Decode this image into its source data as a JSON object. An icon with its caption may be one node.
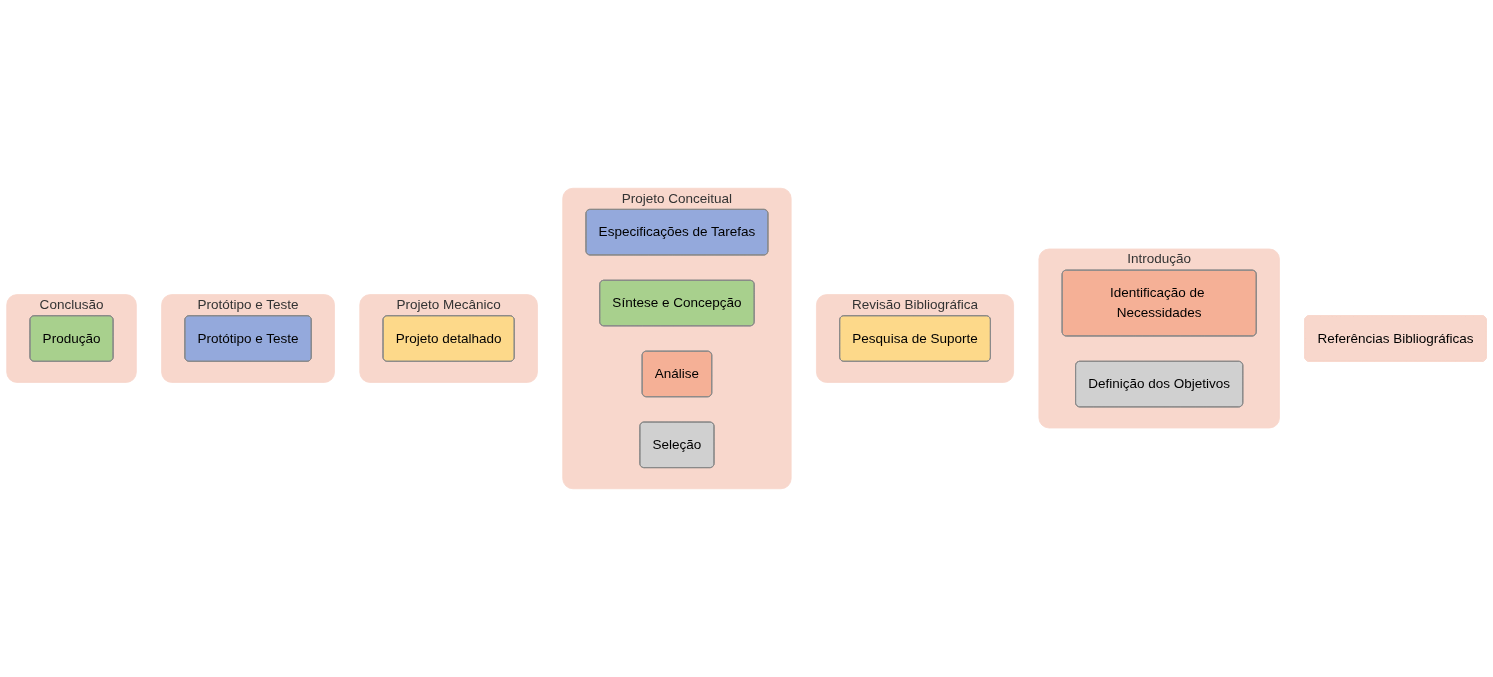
{
  "diagram": {
    "nodes": [
      {
        "text": [
          "Introdução"
        ]
      },
      {
        "text": [
          "Identificação de Necessidades"
        ],
        "in": 0
      },
      {
        "text": [
          "Definição dos Objetivos"
        ],
        "in": 0
      },
      {
        "text": [
          "Revisão Bibliográfica"
        ]
      },
      {
        "text": [
          "Pesquisa de Suporte"
        ],
        "in": 3
      },
      {
        "text": [
          "Projeto Conceitual"
        ]
      },
      {
        "text": [
          "Especificações de Tarefas"
        ],
        "in": 5
      },
      {
        "text": [
          "Síntese e Concepção"
        ],
        "in": 5
      },
      {
        "text": [
          "Análise"
        ],
        "in": 5
      },
      {
        "text": [
          "Seleção"
        ],
        "in": 5
      },
      {
        "text": [
          "Projeto Mecânico"
        ]
      },
      {
        "text": [
          "Projeto detalhado"
        ],
        "in": 10
      },
      {
        "text": [
          "Protótipo e Teste"
        ]
      },
      {
        "text": [
          "Protótipo e Teste"
        ],
        "in": 12
      },
      {
        "text": [
          "Conclusão"
        ]
      },
      {
        "text": [
          "Produção"
        ],
        "in": 14
      },
      {
        "text": [
          "Referências Bibliográficas"
        ]
      }
    ],
    "edges": []
  }
}
